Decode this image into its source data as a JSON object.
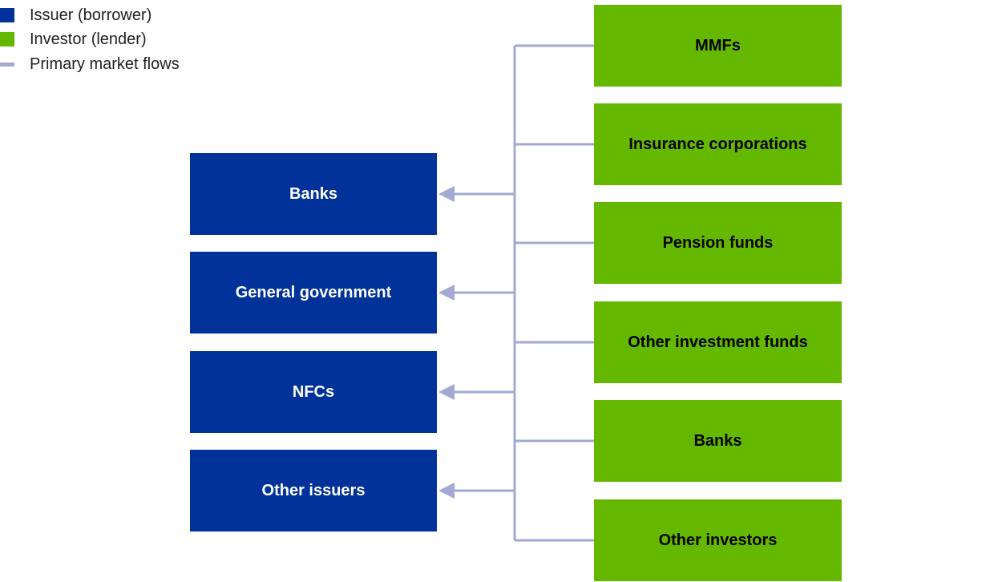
{
  "colors": {
    "issuer": "#003299",
    "investor": "#65b800",
    "flow": "#a3a9d3"
  },
  "legend": {
    "issuer_label": "Issuer (borrower)",
    "investor_label": "Investor (lender)",
    "flows_label": "Primary market flows"
  },
  "issuers": [
    {
      "label": "Banks"
    },
    {
      "label": "General government"
    },
    {
      "label": "NFCs"
    },
    {
      "label": "Other issuers"
    }
  ],
  "investors": [
    {
      "label": "MMFs"
    },
    {
      "label": "Insurance corporations"
    },
    {
      "label": "Pension funds"
    },
    {
      "label": "Other investment funds"
    },
    {
      "label": "Banks"
    },
    {
      "label": "Other investors"
    }
  ]
}
